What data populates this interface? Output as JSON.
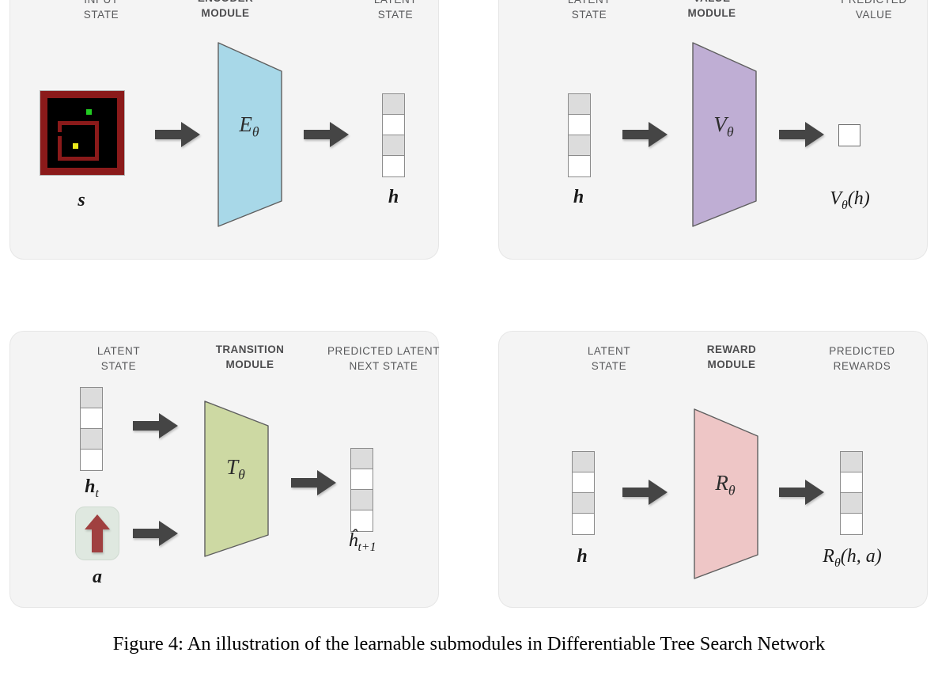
{
  "figure": {
    "caption": "Figure 4: An illustration of the learnable submodules in  Differentiable Tree Search Network",
    "background": "#ffffff",
    "panel_bg": "#f4f4f4"
  },
  "panels": [
    {
      "id": "encoder",
      "module_name": "ENCODER\nMODULE",
      "module_symbol": "E",
      "module_symbol_sub": "θ",
      "module_color": "#a8d8e8",
      "module_border": "#5f5f5f",
      "input_label": "INPUT\nSTATE",
      "input_math": "s",
      "output_label": "LATENT\nSTATE",
      "output_math": "h",
      "input_kind": "maze-image",
      "output_kind": "latent-vector",
      "vector_cells": [
        "gray",
        "white",
        "gray",
        "white"
      ]
    },
    {
      "id": "value",
      "module_name": "VALUE\nMODULE",
      "module_symbol": "V",
      "module_symbol_sub": "θ",
      "module_color": "#bfaed4",
      "module_border": "#5f5f5f",
      "input_label": "LATENT\nSTATE",
      "input_math": "h",
      "output_label": "PREDICTED\nVALUE",
      "output_math": "V",
      "output_math_sub": "θ",
      "output_math_tail": "(h)",
      "input_kind": "latent-vector",
      "output_kind": "single-box",
      "vector_cells": [
        "gray",
        "white",
        "gray",
        "white"
      ]
    },
    {
      "id": "transition",
      "module_name": "TRANSITION\nMODULE",
      "module_symbol": "T",
      "module_symbol_sub": "θ",
      "module_color": "#cdd9a3",
      "module_border": "#5f5f5f",
      "input_label": "LATENT\nSTATE",
      "input_math": "h",
      "input_math_sub": "t",
      "action_math": "a",
      "action_icon": "up-arrow-icon",
      "action_arrow_color": "#a04040",
      "action_tile_color": "#dfe8e0",
      "output_label": "PREDICTED LATENT\nNEXT STATE",
      "output_math": "ĥ",
      "output_math_sub": "t+1",
      "input_kind": "latent-vector",
      "output_kind": "latent-vector",
      "vector_cells": [
        "gray",
        "white",
        "gray",
        "white"
      ]
    },
    {
      "id": "reward",
      "module_name": "REWARD\nMODULE",
      "module_symbol": "R",
      "module_symbol_sub": "θ",
      "module_color": "#eec6c6",
      "module_border": "#5f5f5f",
      "input_label": "LATENT\nSTATE",
      "input_math": "h",
      "output_label": "PREDICTED\nREWARDS",
      "output_math": "R",
      "output_math_sub": "θ",
      "output_math_tail": "(h, a)",
      "input_kind": "latent-vector",
      "output_kind": "latent-vector",
      "vector_cells": [
        "gray",
        "white",
        "gray",
        "white"
      ]
    }
  ],
  "maze": {
    "background": "#000000",
    "wall_color": "#8b1a1a",
    "goal_color": "#22cc22",
    "agent_color": "#e8e81c",
    "border_color": "#b3b3b3"
  },
  "arrow": {
    "color": "#454545",
    "icon": "right-arrow-icon"
  }
}
